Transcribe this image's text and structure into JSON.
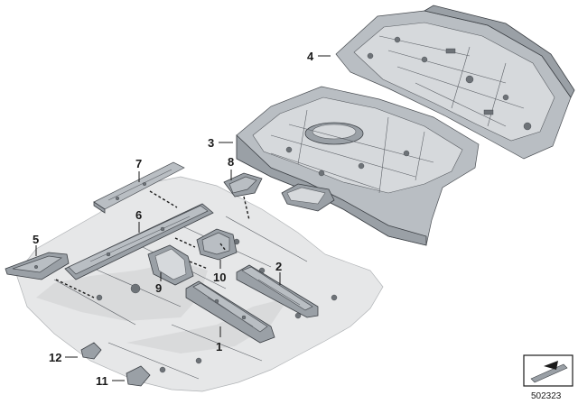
{
  "callouts": {
    "c1": "1",
    "c2": "2",
    "c3": "3",
    "c4": "4",
    "c5": "5",
    "c6": "6",
    "c7": "7",
    "c8": "8",
    "c9": "9",
    "c10": "10",
    "c11": "11",
    "c12": "12"
  },
  "diagram_id": "502323"
}
